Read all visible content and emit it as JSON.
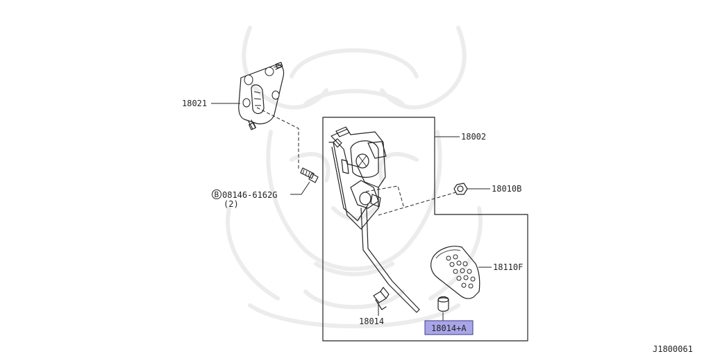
{
  "parts": {
    "bracket": "18021",
    "assembly": "18002",
    "nut": "18010B",
    "pad": "18110F",
    "stopper": "18014",
    "stopper_highlighted": "18014+A",
    "bolt_badge": "B",
    "bolt_number": "08146-6162G",
    "bolt_qty": "(2)"
  },
  "diagram_code": "J1800061",
  "colors": {
    "highlight_fill": "#a9a5e8",
    "highlight_border": "#3a3a8a",
    "line": "#222222"
  }
}
